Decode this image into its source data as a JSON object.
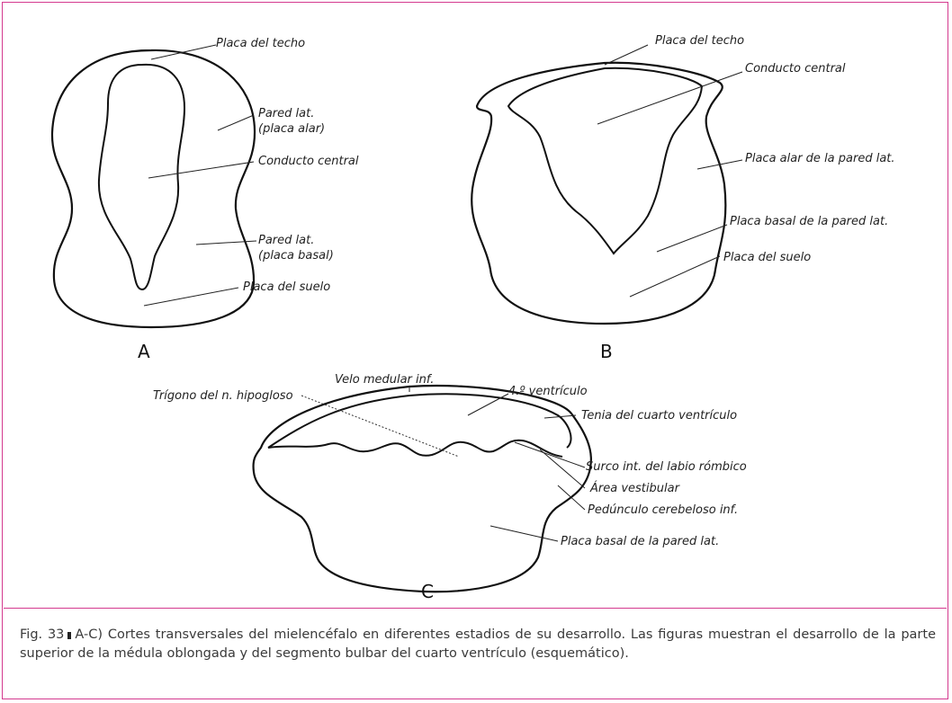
{
  "figure_a": {
    "letter": "A",
    "labels": {
      "roof": "Placa del techo",
      "lat_alar_1": "Pared lat.",
      "lat_alar_2": "(placa alar)",
      "central": "Conducto central",
      "lat_basal_1": "Pared lat.",
      "lat_basal_2": "(placa basal)",
      "floor": "Placa del suelo"
    }
  },
  "figure_b": {
    "letter": "B",
    "labels": {
      "roof": "Placa del techo",
      "central": "Conducto central",
      "alar": "Placa alar de la pared lat.",
      "basal": "Placa basal de la pared lat.",
      "floor": "Placa del suelo"
    }
  },
  "figure_c": {
    "letter": "C",
    "labels": {
      "velum": "Velo medular inf.",
      "trigone": "Trígono del n. hipogloso",
      "ventricle": "4.º ventrículo",
      "tenia": "Tenia del cuarto ventrículo",
      "sulcus": "Surco int. del labio rómbico",
      "vestibular": "Área vestibular",
      "peduncle": "Pedúnculo cerebeloso inf.",
      "basal": "Placa basal de la pared lat."
    }
  },
  "caption": {
    "fig_number": "Fig. 33",
    "text": "A-C) Cortes transversales del mielencéfalo en diferentes estadios de su desarrollo. Las figuras muestran el desarrollo de la parte superior de la médula oblongada y del segmento bulbar del cuarto ventrículo (esquemático)."
  }
}
